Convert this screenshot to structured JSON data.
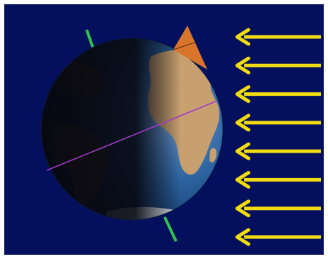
{
  "scene": {
    "subject": "earth-globe",
    "colors": {
      "background": "#04105e",
      "ocean": "#2c63a0",
      "land_lit": "#c8a070",
      "night_side": "#0b0d1a",
      "axis": "#33c24a",
      "equator_line": "#a23ac8",
      "wedge": "#d8752a",
      "sun_ray": "#f2dc10"
    },
    "sun_rays": {
      "count": 8,
      "direction": "left"
    }
  }
}
